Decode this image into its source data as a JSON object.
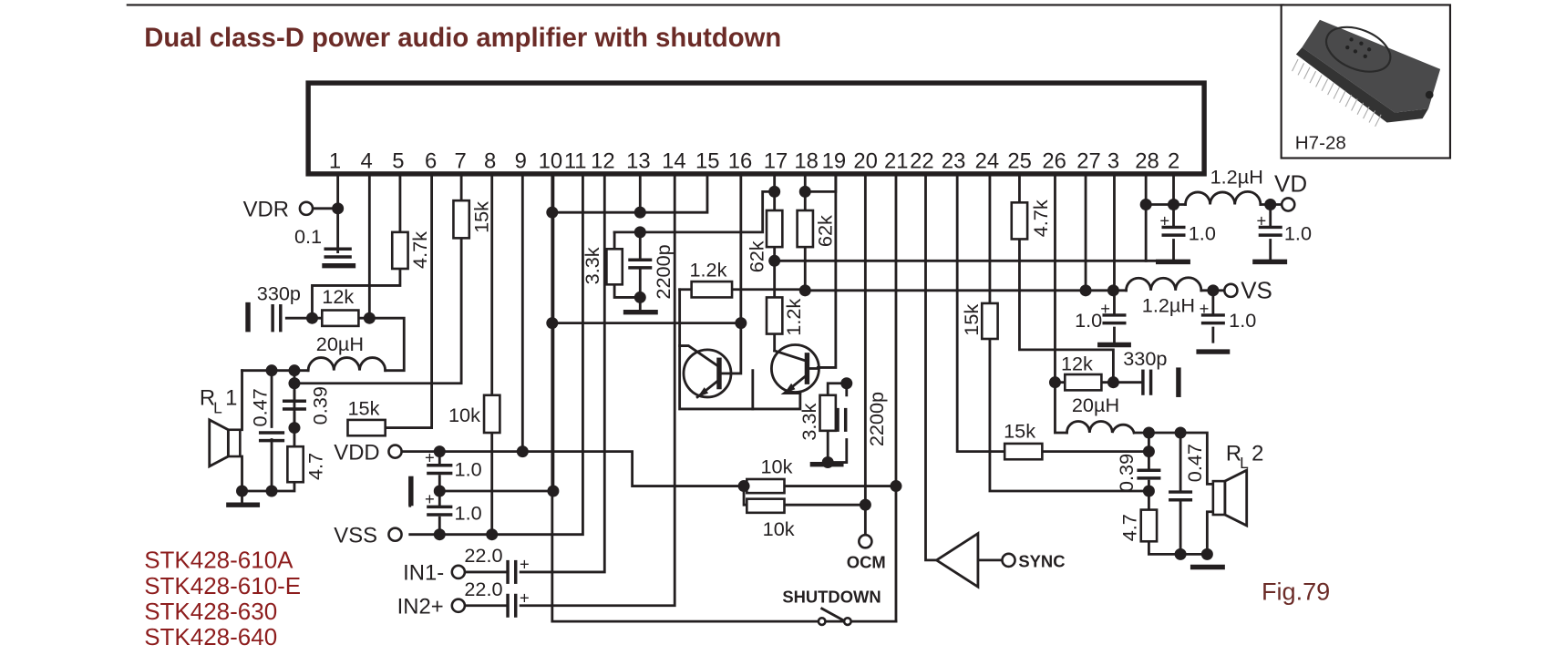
{
  "title": "Dual class-D power audio amplifier with shutdown",
  "figure_label": "Fig.79",
  "package": {
    "name": "H7-28",
    "image": "ic-package-photo"
  },
  "part_numbers": [
    "STK428-610A",
    "STK428-610-E",
    "STK428-630",
    "STK428-640"
  ],
  "ic_pins": [
    "1",
    "4",
    "5",
    "6",
    "7",
    "8",
    "9",
    "10",
    "11",
    "12",
    "13",
    "14",
    "15",
    "16",
    "17",
    "18",
    "19",
    "20",
    "21",
    "22",
    "23",
    "24",
    "25",
    "26",
    "27",
    "3",
    "28",
    "2"
  ],
  "terminals": {
    "vdr": "VDR",
    "vd": "VD",
    "vs": "VS",
    "vdd": "VDD",
    "vss": "VSS",
    "in1": "IN1-",
    "in2": "IN2+",
    "ocm": "OCM",
    "sync": "SYNC",
    "shutdown": "SHUTDOWN",
    "rl1_main": "R",
    "rl1_sub": "L",
    "rl1_num": "1",
    "rl2_main": "R",
    "rl2_sub": "L",
    "rl2_num": "2"
  },
  "components": {
    "c_vdr": "0.1",
    "r_pin5": "4.7k",
    "r_pin7": "15k",
    "c_330p_left": "330p",
    "r_12k_left": "12k",
    "l_20uh_left": "20µH",
    "c_047_left": "0.47",
    "c_039_left": "0.39",
    "r_15k_left": "15k",
    "r_47_left": "4.7",
    "r_10k_pin8": "10k",
    "c_vdd_1": "1.0",
    "c_vdd_2": "1.0",
    "c_in1": "22.0",
    "c_in2": "22.0",
    "r_33k_left": "3.3k",
    "c_2200p_left": "2200p",
    "r_12k_q1": "1.2k",
    "r_62k_a": "62k",
    "r_62k_b": "62k",
    "r_12k_q2": "1.2k",
    "r_33k_right": "3.3k",
    "c_2200p_right": "2200p",
    "r_10k_a": "10k",
    "r_10k_b": "10k",
    "r_pin25": "4.7k",
    "r_pin24": "15k",
    "c_pin28": "1.0",
    "l_vd": "1.2µH",
    "c_vd": "1.0",
    "c_pin3": "1.0",
    "l_vs": "1.2µH",
    "c_vs": "1.0",
    "r_12k_right": "12k",
    "c_330p_right": "330p",
    "l_20uh_right": "20µH",
    "r_15k_right": "15k",
    "c_039_right": "0.39",
    "c_047_right": "0.47",
    "r_47_right": "4.7"
  },
  "colors": {
    "title": "#6b2b27",
    "part_numbers": "#8d1d1d",
    "ink": "#231f20"
  }
}
